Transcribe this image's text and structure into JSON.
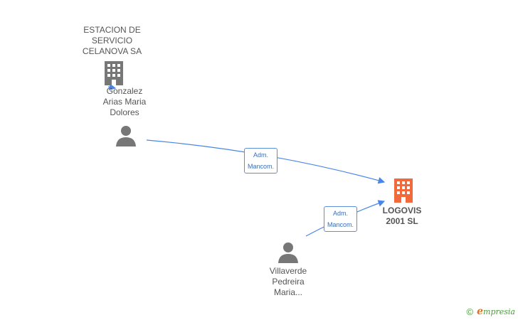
{
  "nodes": {
    "estacion": {
      "label_lines": [
        "ESTACION DE",
        "SERVICIO",
        "CELANOVA SA"
      ],
      "icon": "building-icon"
    },
    "gonzalez": {
      "label_lines": [
        "Gonzalez",
        "Arias Maria",
        "Dolores"
      ],
      "icon": "person-icon"
    },
    "logovis": {
      "label_lines": [
        "LOGOVIS",
        "2001 SL"
      ],
      "icon": "building-icon"
    },
    "villaverde": {
      "label_lines": [
        "Villaverde",
        "Pedreira",
        "Maria..."
      ],
      "icon": "person-icon"
    }
  },
  "edges": [
    {
      "from": "gonzalez",
      "to": "logovis",
      "label_lines": [
        "Adm.",
        "Mancom."
      ]
    },
    {
      "from": "villaverde",
      "to": "logovis",
      "label_lines": [
        "Adm.",
        "Mancom."
      ]
    },
    {
      "from": "gonzalez",
      "to": "estacion",
      "label_lines": []
    }
  ],
  "colors": {
    "edge": "#4a86e8",
    "person_icon": "#777777",
    "company_icon": "#777777",
    "main_company_icon": "#f26a3c",
    "brand": "#4a9a3a"
  },
  "footer": {
    "copyright": "©",
    "brand_first": "e",
    "brand_rest": "mpresia"
  }
}
